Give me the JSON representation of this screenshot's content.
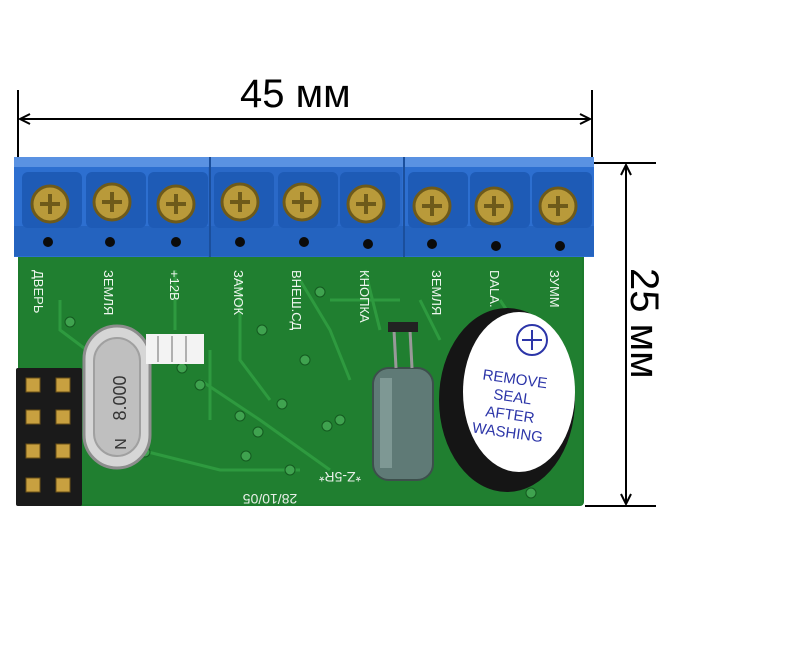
{
  "dimensions": {
    "width_label": "45 мм",
    "height_label": "25 мм"
  },
  "board": {
    "pin_labels": [
      "ДВЕРЬ",
      "ЗЕМЛЯ",
      "+12В",
      "ЗАМОК",
      "ВНЕШ.СД",
      "КНОПКА",
      "ЗЕМЛЯ",
      "DALA.",
      "ЗУММ"
    ],
    "crystal_marking": "8.000",
    "crystal_prefix": "N",
    "version_text": "*Z-5R*",
    "date_text": "28/10/05",
    "buzzer_lines": [
      "REMOVE",
      "SEAL",
      "AFTER",
      "WASHING"
    ],
    "colors": {
      "pcb": "#1c7a2c",
      "terminal": "#2d6fd0",
      "screw": "#b99a3a"
    }
  }
}
